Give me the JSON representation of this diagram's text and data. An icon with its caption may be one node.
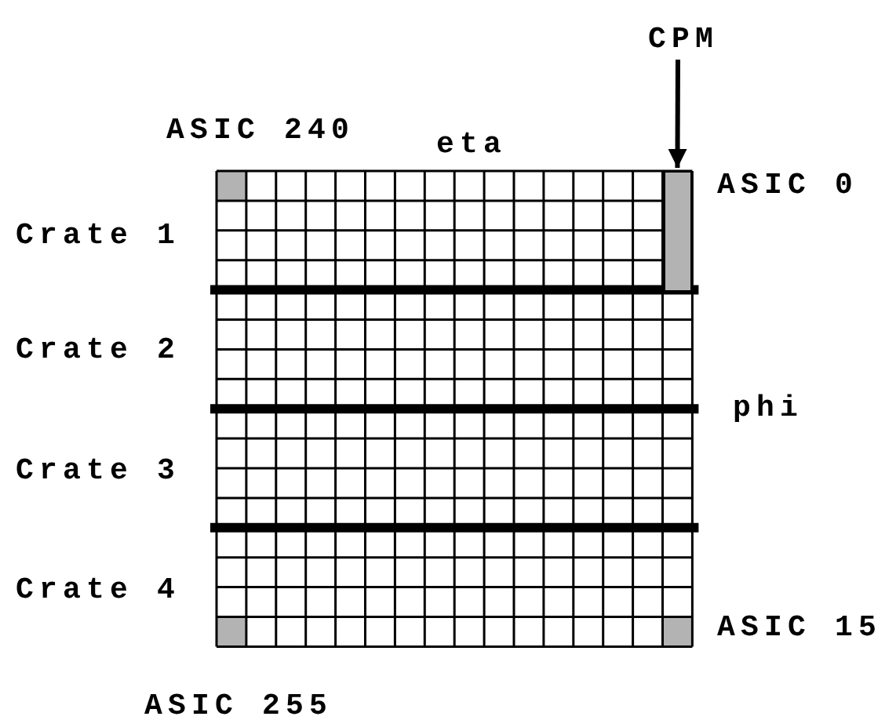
{
  "diagram": {
    "nodes": [
      {
        "text": [
          "CPM"
        ]
      },
      {
        "text": [],
        "shape": "box"
      }
    ],
    "edges": [
      {
        "from": 0,
        "to": 1,
        "arrow": "to"
      }
    ],
    "labels": [
      "ASIC 240",
      "eta",
      "ASIC 0",
      "Crate 1",
      "Crate 2",
      "phi",
      "Crate 3",
      "Crate 4",
      "ASIC 15",
      "ASIC 255"
    ]
  }
}
